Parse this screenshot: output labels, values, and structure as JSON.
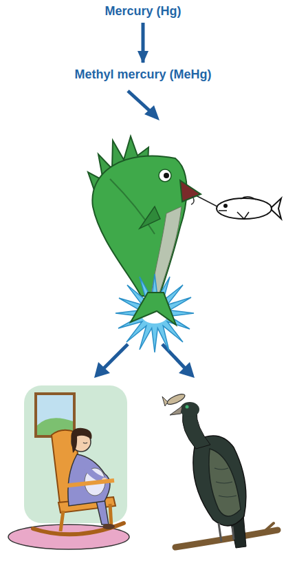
{
  "diagram": {
    "nodes": [
      {
        "text": [
          "Mercury (Hg)"
        ]
      },
      {
        "text": [
          "Methyl mercury (MeHg)"
        ]
      }
    ],
    "edges": [
      {
        "from": 0,
        "to": 1,
        "arrow": "to"
      }
    ]
  }
}
